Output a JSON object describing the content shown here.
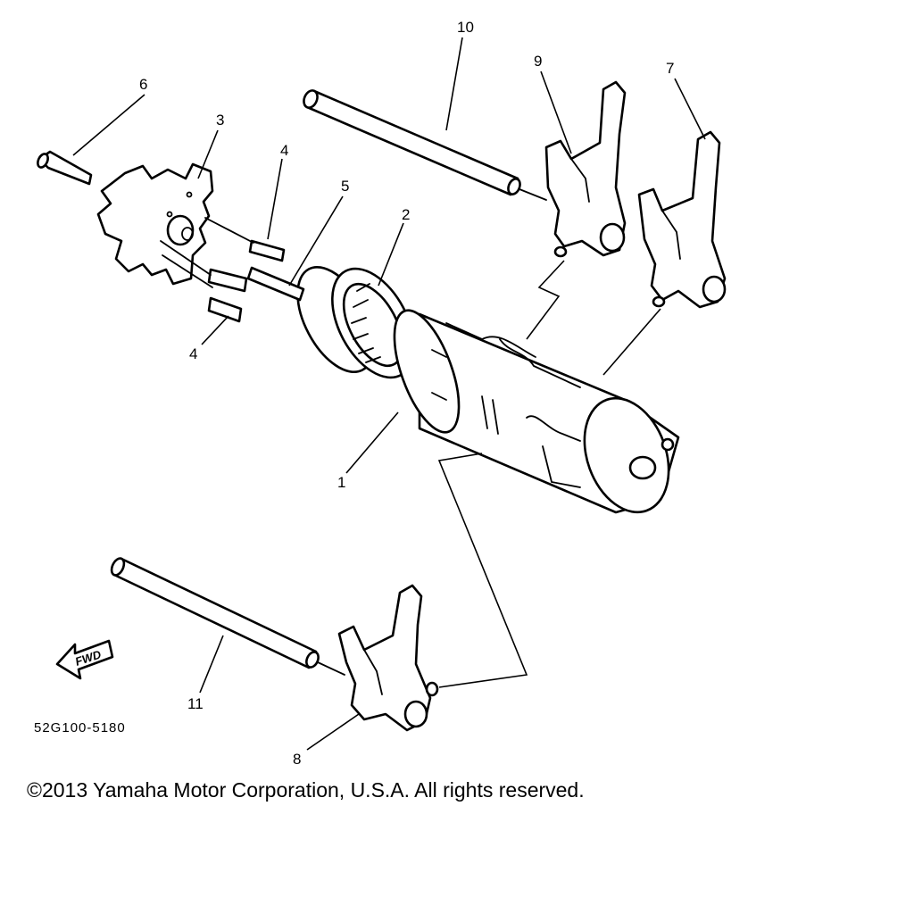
{
  "diagram": {
    "callouts": [
      {
        "id": "1",
        "label": "1"
      },
      {
        "id": "2",
        "label": "2"
      },
      {
        "id": "3",
        "label": "3"
      },
      {
        "id": "4a",
        "label": "4"
      },
      {
        "id": "4b",
        "label": "4"
      },
      {
        "id": "5",
        "label": "5"
      },
      {
        "id": "6",
        "label": "6"
      },
      {
        "id": "7",
        "label": "7"
      },
      {
        "id": "8",
        "label": "8"
      },
      {
        "id": "9",
        "label": "9"
      },
      {
        "id": "10",
        "label": "10"
      },
      {
        "id": "11",
        "label": "11"
      }
    ],
    "fwd_label": "FWD",
    "drawing_code": "52G100-5180"
  },
  "footer": {
    "copyright": "©2013 Yamaha Motor Corporation, U.S.A. All rights reserved."
  }
}
